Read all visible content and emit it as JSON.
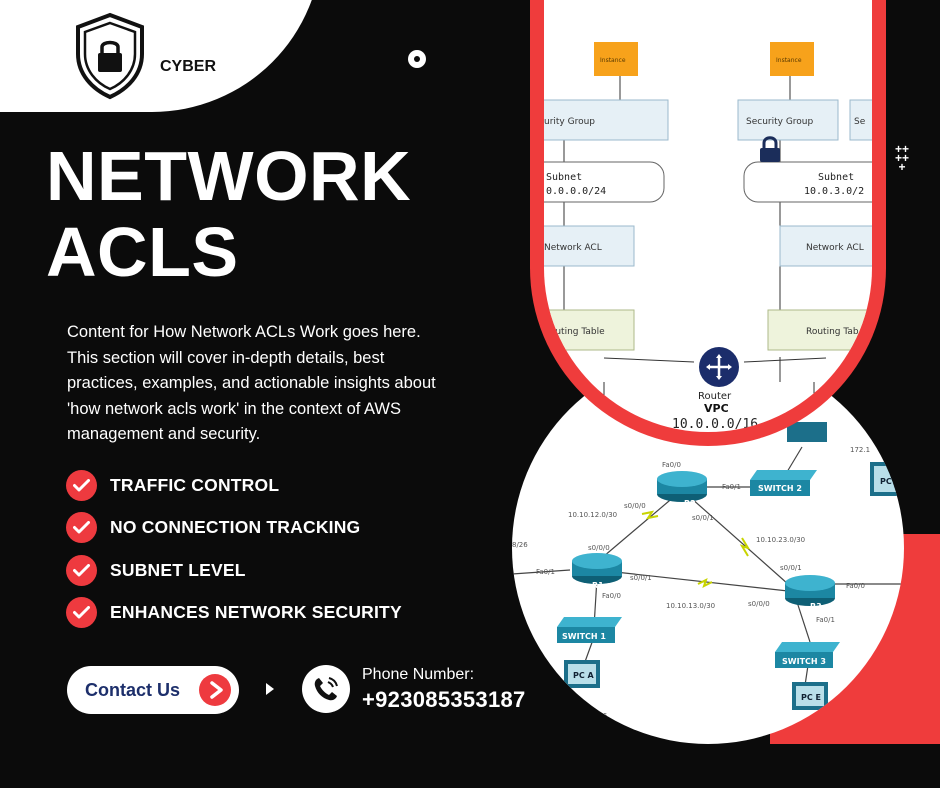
{
  "logo": {
    "text": "CYBER",
    "icon": "shield-lock-icon"
  },
  "title": {
    "line1": "NETWORK",
    "line2": "ACLS"
  },
  "description": "Content for How Network ACLs Work goes here. This section will cover in-depth details, best practices, examples, and actionable insights about 'how network acls work' in the context of AWS management and security.",
  "features": [
    {
      "label": "TRAFFIC CONTROL",
      "icon": "check-icon"
    },
    {
      "label": "NO CONNECTION TRACKING",
      "icon": "check-icon"
    },
    {
      "label": "SUBNET LEVEL",
      "icon": "check-icon"
    },
    {
      "label": "ENHANCES NETWORK SECURITY",
      "icon": "check-icon"
    }
  ],
  "contact": {
    "button_label": "Contact Us",
    "phone_caption": "Phone Number:",
    "phone_number": "+923085353187"
  },
  "decor": {
    "pluses": "+++++"
  },
  "vpc_diagram": {
    "instance_left": "Instance",
    "instance_right": "Instance",
    "sg_left": "urity Group",
    "sg_right": "Security Group",
    "sg_far_right": "Se",
    "subnet_left_title": "Subnet",
    "subnet_left_cidr": "0.0.0.0/24",
    "subnet_right_title": "Subnet",
    "subnet_right_cidr": "10.0.3.0/2",
    "acl_left": "Network ACL",
    "acl_right": "Network ACL",
    "route_left": "Routing Table",
    "route_right": "Routing Tab",
    "router_label": "Router",
    "vpc_label": "VPC",
    "vpc_cidr": "10.0.0.0/16"
  },
  "topology_diagram": {
    "r1": "R1",
    "r2": "R2",
    "r3": "R3",
    "switch1": "SWITCH 1",
    "switch2": "SWITCH 2",
    "switch3": "SWITCH 3",
    "pca": "PC A",
    "pcc": "PC C",
    "pce": "PC E",
    "net_12": "10.10.12.0/30",
    "net_23": "10.10.23.0/30",
    "net_13": "10.10.13.0/30",
    "r2_fa": "Fa0/0",
    "r2_fa1": "Fa0/1",
    "r2_s0": "s0/0/0",
    "r2_s1": "s0/0/1",
    "r1_s0": "s0/0/0",
    "r1_s1": "s0/0/1",
    "r1_fa1": "Fa0/1",
    "r1_fa0": "Fa0/0",
    "r3_s1": "s0/0/1",
    "r3_s0": "s0/0/0",
    "r3_fa0": "Fa0/0",
    "r3_fa1": "Fa0/1",
    "left_net": "8/26",
    "top_ip": "172.1",
    "bottom_ip": "/26"
  }
}
